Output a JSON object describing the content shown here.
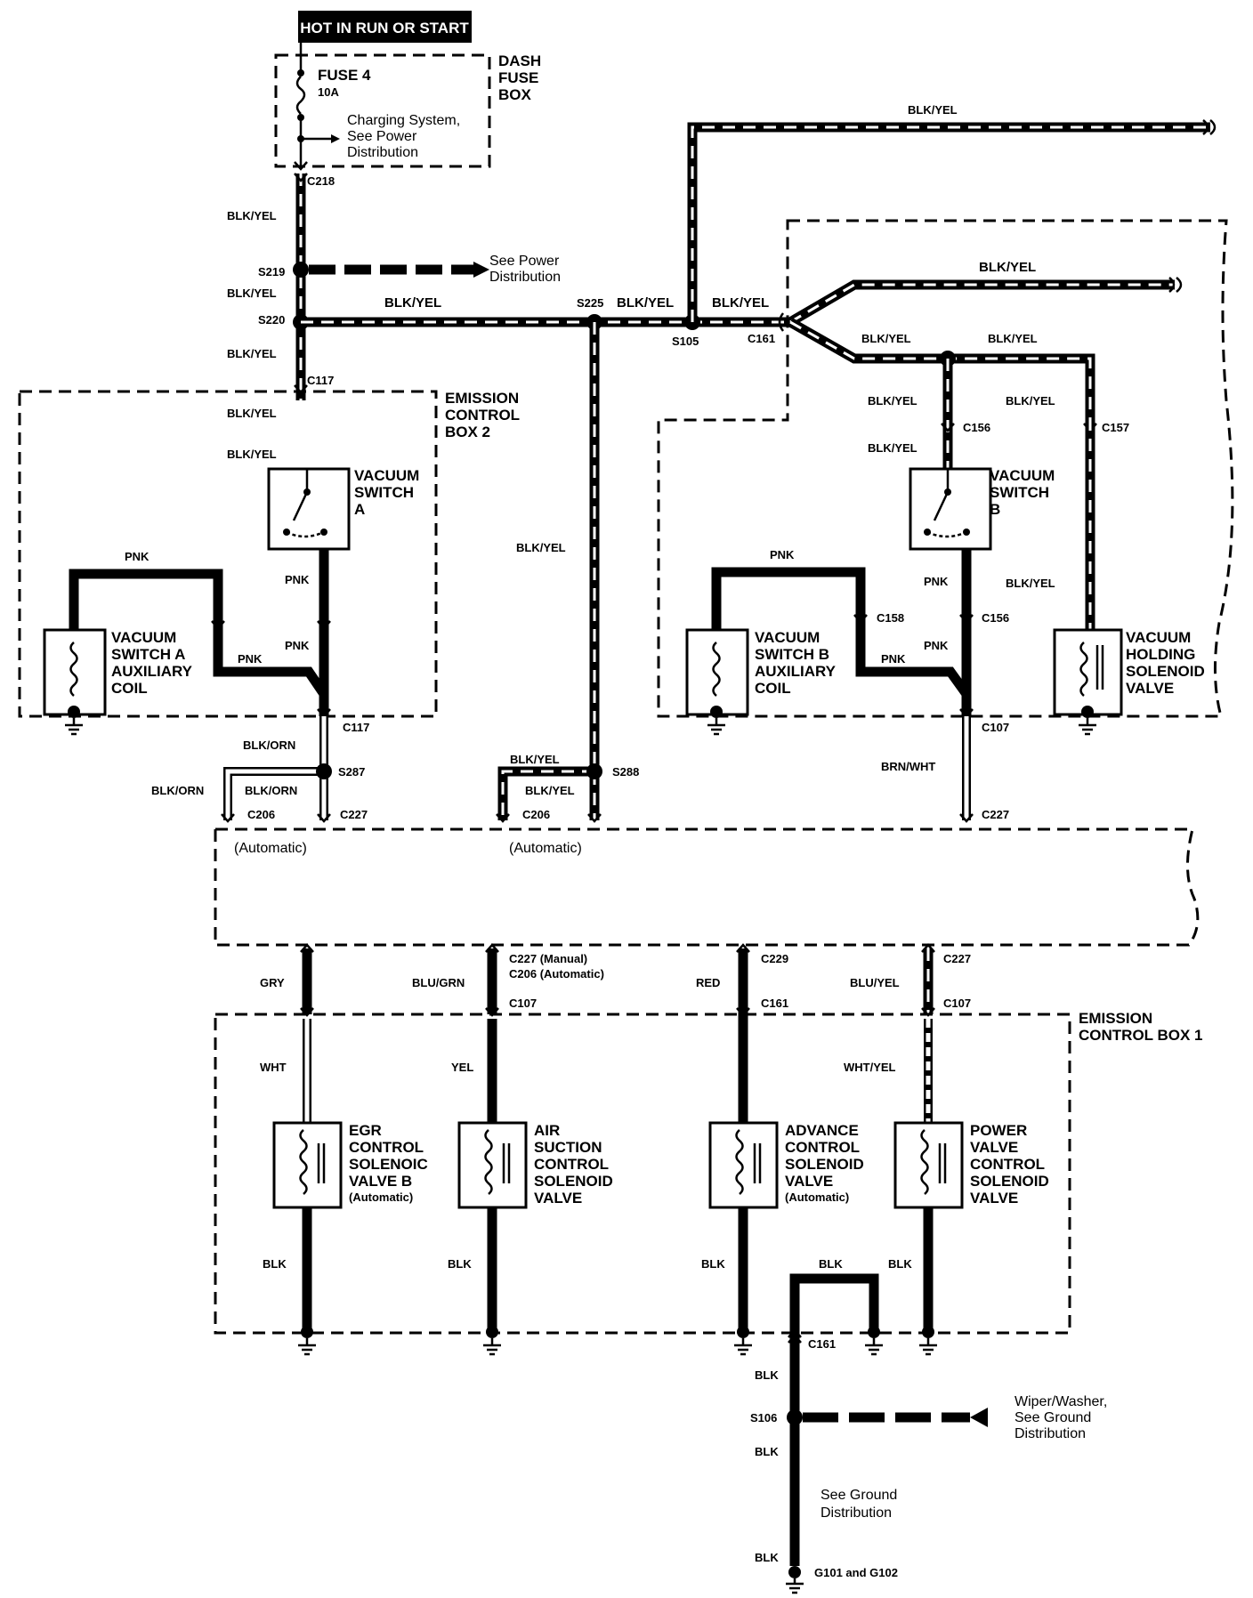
{
  "header": {
    "power_label": "HOT IN RUN OR START"
  },
  "fuse_box": {
    "fuse": "FUSE 4",
    "rating": "10A",
    "box_line1": "DASH",
    "box_line2": "FUSE",
    "box_line3": "BOX",
    "note_line1": "Charging System,",
    "note_line2": "See Power",
    "note_line3": "Distribution"
  },
  "wires": {
    "blk_yel": "BLK/YEL",
    "pnk": "PNK",
    "blk_orn": "BLK/ORN",
    "brn_wht": "BRN/WHT",
    "gry": "GRY",
    "wht": "WHT",
    "blu_grn": "BLU/GRN",
    "yel": "YEL",
    "red": "RED",
    "blu_yel": "BLU/YEL",
    "wht_yel": "WHT/YEL",
    "blk": "BLK"
  },
  "splices": {
    "s219": "S219",
    "s220": "S220",
    "s225": "S225",
    "s105": "S105",
    "s287": "S287",
    "s288": "S288",
    "s106": "S106"
  },
  "connectors": {
    "c218": "C218",
    "c117": "C117",
    "c161": "C161",
    "c156": "C156",
    "c157": "C157",
    "c158": "C158",
    "c107": "C107",
    "c206": "C206",
    "c227": "C227",
    "c229": "C229",
    "c227_manual": "C227 (Manual)",
    "c206_auto": "C206 (Automatic)"
  },
  "notes": {
    "see_power_1": "See Power",
    "see_power_2": "Distribution",
    "automatic": "(Automatic)",
    "wiper_1": "Wiper/Washer,",
    "wiper_2": "See Ground",
    "wiper_3": "Distribution",
    "ground_1": "See Ground",
    "ground_2": "Distribution",
    "ground_point": "G101 and G102"
  },
  "boxes": {
    "ecb2_1": "EMISSION",
    "ecb2_2": "CONTROL",
    "ecb2_3": "BOX 2",
    "ecb1_1": "EMISSION",
    "ecb1_2": "CONTROL BOX 1"
  },
  "components": {
    "vsa_1": "VACUUM",
    "vsa_2": "SWITCH",
    "vsa_3": "A",
    "vsb_1": "VACUUM",
    "vsb_2": "SWITCH",
    "vsb_3": "B",
    "vsa_aux_1": "VACUUM",
    "vsa_aux_2": "SWITCH A",
    "vsa_aux_3": "AUXILIARY",
    "vsa_aux_4": "COIL",
    "vsb_aux_1": "VACUUM",
    "vsb_aux_2": "SWITCH B",
    "vsb_aux_3": "AUXILIARY",
    "vsb_aux_4": "COIL",
    "vhs_1": "VACUUM",
    "vhs_2": "HOLDING",
    "vhs_3": "SOLENOID",
    "vhs_4": "VALVE",
    "egr_1": "EGR",
    "egr_2": "CONTROL",
    "egr_3": "SOLENOIC",
    "egr_4": "VALVE B",
    "egr_5": "(Automatic)",
    "air_1": "AIR",
    "air_2": "SUCTION",
    "air_3": "CONTROL",
    "air_4": "SOLENOID",
    "air_5": "VALVE",
    "adv_1": "ADVANCE",
    "adv_2": "CONTROL",
    "adv_3": "SOLENOID",
    "adv_4": "VALVE",
    "adv_5": "(Automatic)",
    "pwr_1": "POWER",
    "pwr_2": "VALVE",
    "pwr_3": "CONTROL",
    "pwr_4": "SOLENOID",
    "pwr_5": "VALVE"
  }
}
